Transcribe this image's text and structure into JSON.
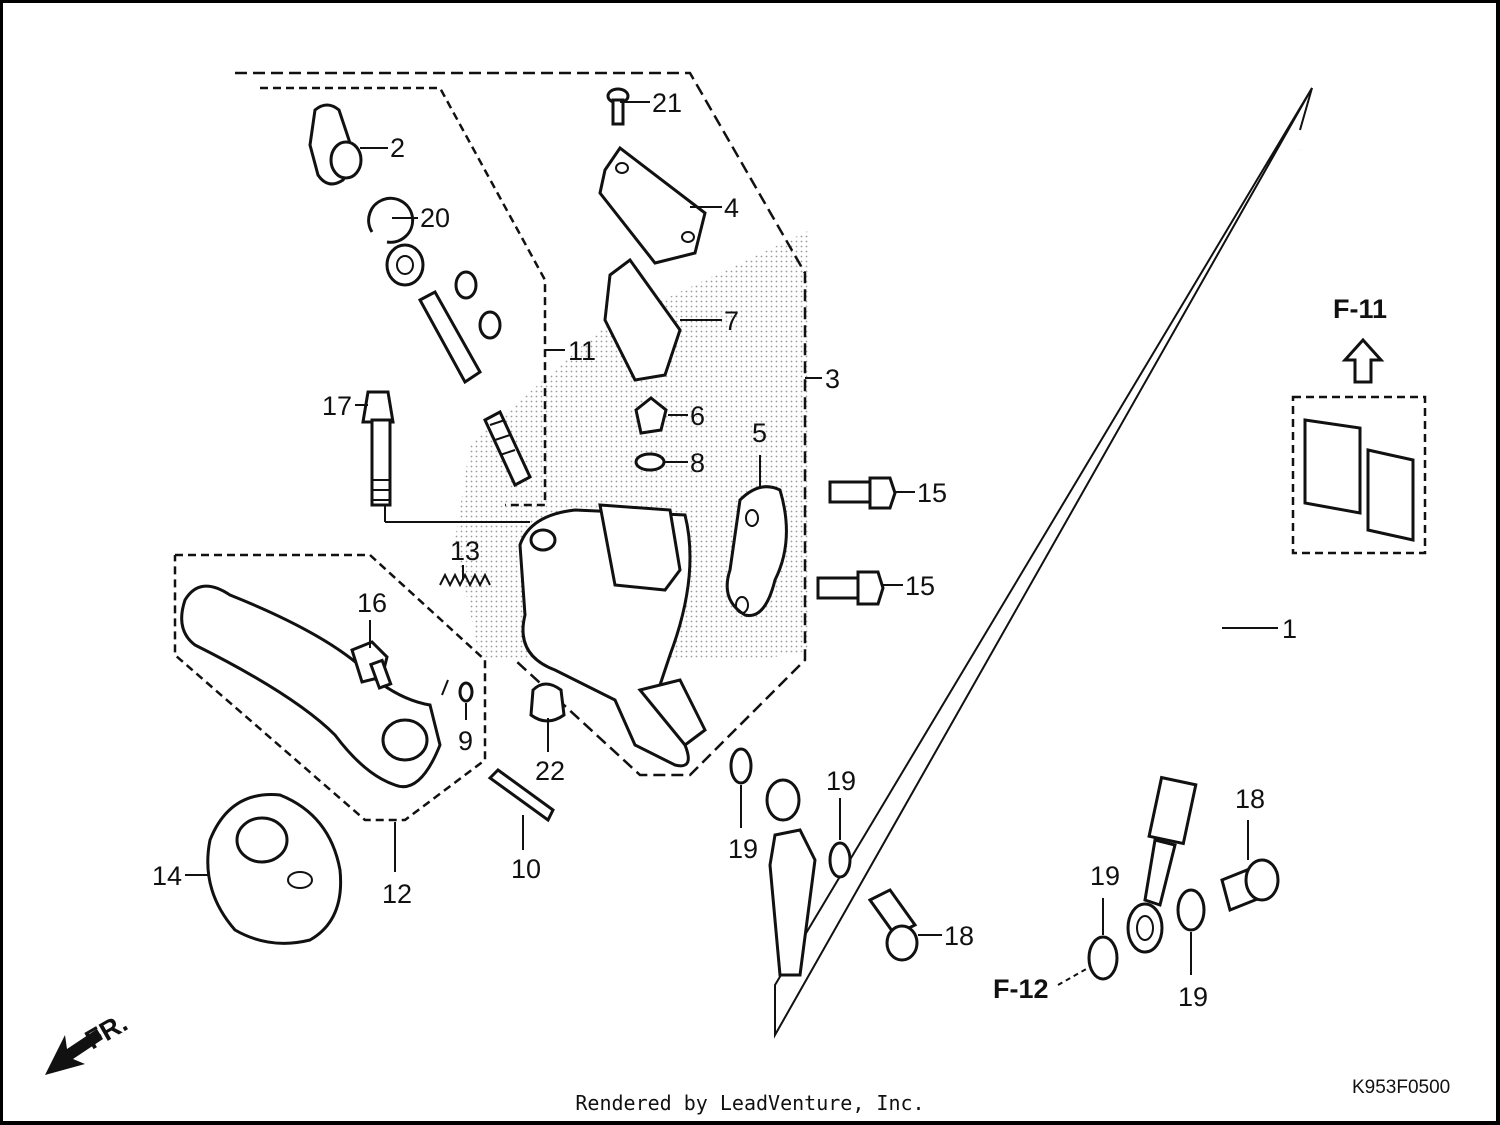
{
  "parts": [
    {
      "label": "1"
    },
    {
      "label": "2"
    },
    {
      "label": "3"
    },
    {
      "label": "4"
    },
    {
      "label": "5"
    },
    {
      "label": "6"
    },
    {
      "label": "7"
    },
    {
      "label": "8"
    },
    {
      "label": "9"
    },
    {
      "label": "10"
    },
    {
      "label": "11"
    },
    {
      "label": "12"
    },
    {
      "label": "13"
    },
    {
      "label": "14"
    },
    {
      "label": "15"
    },
    {
      "label": "15"
    },
    {
      "label": "16"
    },
    {
      "label": "17"
    },
    {
      "label": "18"
    },
    {
      "label": "18"
    },
    {
      "label": "19"
    },
    {
      "label": "19"
    },
    {
      "label": "19"
    },
    {
      "label": "19"
    },
    {
      "label": "20"
    },
    {
      "label": "21"
    },
    {
      "label": "22"
    }
  ],
  "refs": {
    "f11": "F-11",
    "f12": "F-12",
    "front": "FR."
  },
  "diagram_code": "K953F0500",
  "credit": "Rendered by LeadVenture, Inc.",
  "colors": {
    "ink": "#111111",
    "stipple": "#9a9a9a"
  }
}
